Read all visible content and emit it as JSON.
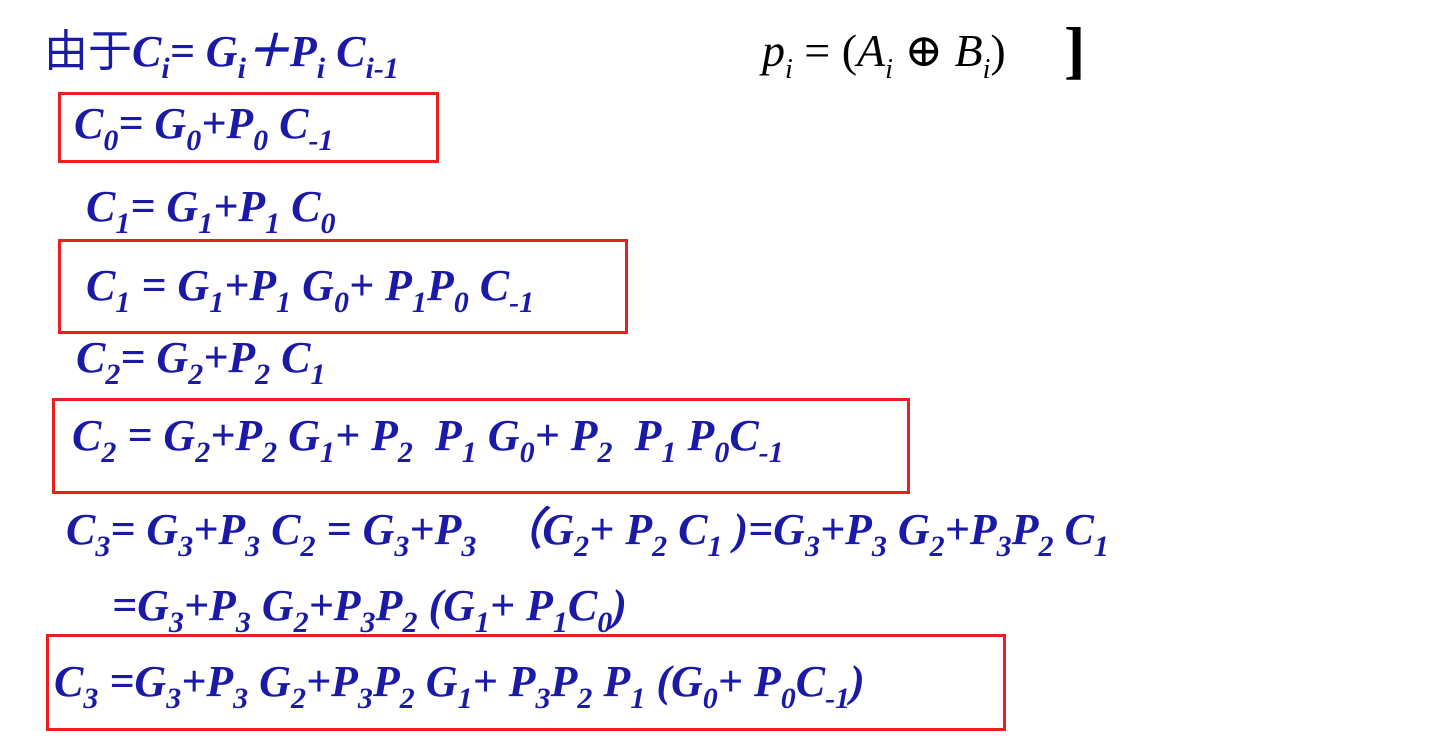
{
  "colors": {
    "text": "#1a1aa6",
    "box": "#e8211e",
    "formula_black": "#000000"
  },
  "header": {
    "prefix": "由于",
    "eq": [
      {
        "t": "C"
      },
      {
        "sub": "i"
      },
      {
        "t": "= G"
      },
      {
        "sub": "i"
      },
      {
        "t": "＋P"
      },
      {
        "sub": "i"
      },
      {
        "t": " C"
      },
      {
        "sub": "i-1"
      }
    ]
  },
  "right_formula": {
    "p": "p",
    "p_sub": "i",
    "eq": " = (",
    "A": "A",
    "A_sub": "i",
    "xor": " ⊕ ",
    "B": "B",
    "B_sub": "i",
    "close": ")",
    "bracket": "]"
  },
  "lines": [
    {
      "id": "c0",
      "boxed": true,
      "parts": [
        {
          "t": "C"
        },
        {
          "sub": "0"
        },
        {
          "t": "= G"
        },
        {
          "sub": "0"
        },
        {
          "t": "+P"
        },
        {
          "sub": "0"
        },
        {
          "t": " C"
        },
        {
          "sub": "-1"
        }
      ]
    },
    {
      "id": "c1-a",
      "boxed": false,
      "parts": [
        {
          "t": "C"
        },
        {
          "sub": "1"
        },
        {
          "t": "= G"
        },
        {
          "sub": "1"
        },
        {
          "t": "+P"
        },
        {
          "sub": "1"
        },
        {
          "t": " C"
        },
        {
          "sub": "0"
        }
      ]
    },
    {
      "id": "c1-b",
      "boxed": true,
      "parts": [
        {
          "t": "C"
        },
        {
          "sub": "1"
        },
        {
          "t": " = G"
        },
        {
          "sub": "1"
        },
        {
          "t": "+P"
        },
        {
          "sub": "1"
        },
        {
          "t": " G"
        },
        {
          "sub": "0"
        },
        {
          "t": "+ P"
        },
        {
          "sub": "1"
        },
        {
          "t": "P"
        },
        {
          "sub": "0"
        },
        {
          "t": " C"
        },
        {
          "sub": "-1"
        }
      ]
    },
    {
      "id": "c2-a",
      "boxed": false,
      "parts": [
        {
          "t": "C"
        },
        {
          "sub": "2"
        },
        {
          "t": "= G"
        },
        {
          "sub": "2"
        },
        {
          "t": "+P"
        },
        {
          "sub": "2"
        },
        {
          "t": " C"
        },
        {
          "sub": "1"
        }
      ]
    },
    {
      "id": "c2-b",
      "boxed": true,
      "parts": [
        {
          "t": "C"
        },
        {
          "sub": "2"
        },
        {
          "t": " = G"
        },
        {
          "sub": "2"
        },
        {
          "t": "+P"
        },
        {
          "sub": "2"
        },
        {
          "t": " G"
        },
        {
          "sub": "1"
        },
        {
          "t": "+ P"
        },
        {
          "sub": "2"
        },
        {
          "t": "  P"
        },
        {
          "sub": "1"
        },
        {
          "t": " G"
        },
        {
          "sub": "0"
        },
        {
          "t": "+ P"
        },
        {
          "sub": "2"
        },
        {
          "t": "  P"
        },
        {
          "sub": "1"
        },
        {
          "t": " P"
        },
        {
          "sub": "0"
        },
        {
          "t": "C"
        },
        {
          "sub": "-1"
        }
      ]
    },
    {
      "id": "c3-a",
      "boxed": false,
      "parts": [
        {
          "t": "C"
        },
        {
          "sub": "3"
        },
        {
          "t": "= G"
        },
        {
          "sub": "3"
        },
        {
          "t": "+P"
        },
        {
          "sub": "3"
        },
        {
          "t": " C"
        },
        {
          "sub": "2"
        },
        {
          "t": " = G"
        },
        {
          "sub": "3"
        },
        {
          "t": "+P"
        },
        {
          "sub": "3"
        },
        {
          "t": "  （G"
        },
        {
          "sub": "2"
        },
        {
          "t": "+ P"
        },
        {
          "sub": "2"
        },
        {
          "t": " C"
        },
        {
          "sub": "1"
        },
        {
          "t": " )=G"
        },
        {
          "sub": "3"
        },
        {
          "t": "+P"
        },
        {
          "sub": "3"
        },
        {
          "t": " G"
        },
        {
          "sub": "2"
        },
        {
          "t": "+P"
        },
        {
          "sub": "3"
        },
        {
          "t": "P"
        },
        {
          "sub": "2"
        },
        {
          "t": " C"
        },
        {
          "sub": "1"
        }
      ]
    },
    {
      "id": "c3-b",
      "boxed": false,
      "parts": [
        {
          "t": "=G"
        },
        {
          "sub": "3"
        },
        {
          "t": "+P"
        },
        {
          "sub": "3"
        },
        {
          "t": " G"
        },
        {
          "sub": "2"
        },
        {
          "t": "+P"
        },
        {
          "sub": "3"
        },
        {
          "t": "P"
        },
        {
          "sub": "2"
        },
        {
          "t": " (G"
        },
        {
          "sub": "1"
        },
        {
          "t": "+ P"
        },
        {
          "sub": "1"
        },
        {
          "t": "C"
        },
        {
          "sub": "0"
        },
        {
          "t": ")"
        }
      ]
    },
    {
      "id": "c3-c",
      "boxed": true,
      "parts": [
        {
          "t": "C"
        },
        {
          "sub": "3"
        },
        {
          "t": " =G"
        },
        {
          "sub": "3"
        },
        {
          "t": "+P"
        },
        {
          "sub": "3"
        },
        {
          "t": " G"
        },
        {
          "sub": "2"
        },
        {
          "t": "+P"
        },
        {
          "sub": "3"
        },
        {
          "t": "P"
        },
        {
          "sub": "2"
        },
        {
          "t": " G"
        },
        {
          "sub": "1"
        },
        {
          "t": "+ P"
        },
        {
          "sub": "3"
        },
        {
          "t": "P"
        },
        {
          "sub": "2"
        },
        {
          "t": " P"
        },
        {
          "sub": "1"
        },
        {
          "t": " (G"
        },
        {
          "sub": "0"
        },
        {
          "t": "+ P"
        },
        {
          "sub": "0"
        },
        {
          "t": "C"
        },
        {
          "sub": "-1"
        },
        {
          "t": ")"
        }
      ]
    }
  ]
}
